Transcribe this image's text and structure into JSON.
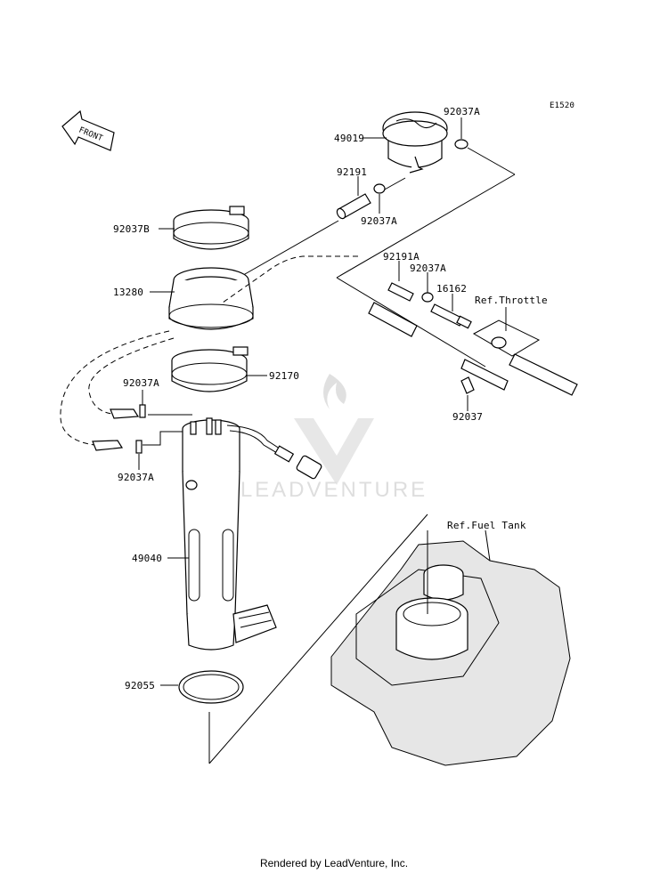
{
  "diagram_code": "E1520",
  "front_arrow_label": "FRONT",
  "watermark": "LEADVENTURE",
  "footer": "Rendered by LeadVenture, Inc.",
  "parts": {
    "filter": "49019",
    "clip_top": "92037A",
    "hose_92191": "92191",
    "clip_hose": "92037A",
    "clamp_upper": "92037B",
    "hose_92191a": "92191A",
    "clip_92191a": "92037A",
    "valve": "16162",
    "ref_throttle": "Ref.Throttle",
    "grommet": "13280",
    "clamp_lower": "92170",
    "clip_left_upper": "92037A",
    "clip_right": "92037",
    "clip_left_lower": "92037A",
    "pump": "49040",
    "ref_fuel_tank": "Ref.Fuel Tank",
    "oring": "92055"
  }
}
